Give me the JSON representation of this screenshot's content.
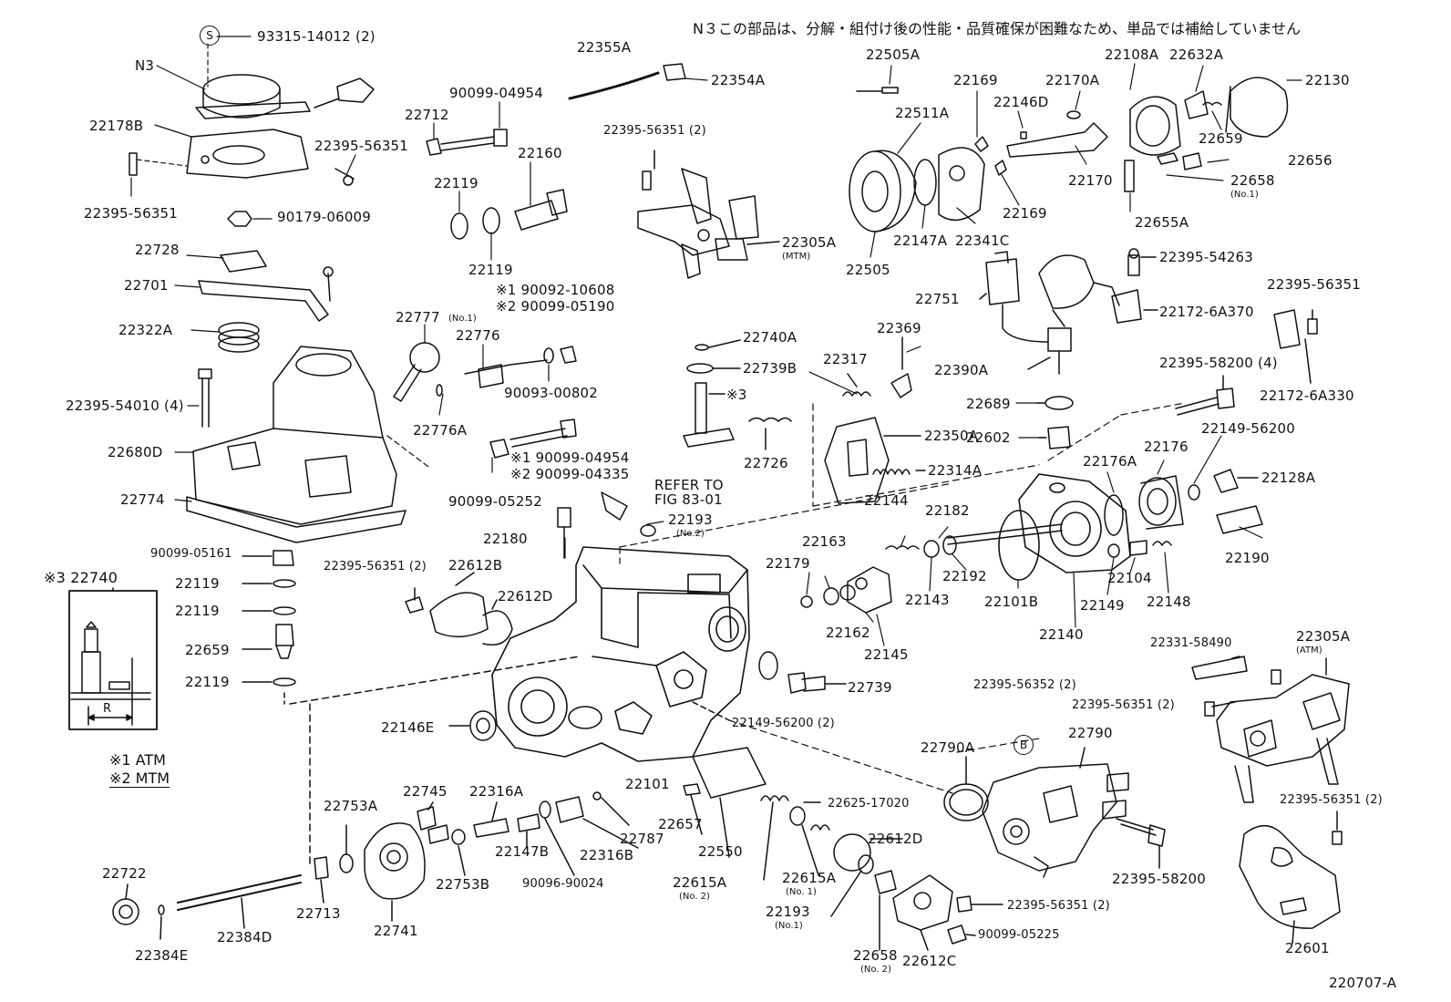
{
  "header": {
    "note": "N３この部品は、分解・組付け後の性能・品質確保が困難なため、単品では補給していません"
  },
  "footer": {
    "figure_code": "220707-A"
  },
  "legend": {
    "atm": "※1 ATM",
    "mtm": "※2 MTM"
  },
  "inset": {
    "title": "※3 22740",
    "dim_label": "R"
  },
  "markers": {
    "s_symbol": "S",
    "b_symbol": "B"
  },
  "labels": {
    "p93315": "93315-14012 (2)",
    "n3": "N3",
    "p22178b": "22178B",
    "p22395_56351_a": "22395-56351",
    "p22395_56351_b": "22395-56351",
    "p90179": "90179-06009",
    "p22728": "22728",
    "p22701": "22701",
    "p22322a": "22322A",
    "p22395_54010": "22395-54010 (4)",
    "p22680d": "22680D",
    "p22774": "22774",
    "p22355a": "22355A",
    "p22354a": "22354A",
    "p90099_04954_a": "90099-04954",
    "p22712": "22712",
    "p22160": "22160",
    "p22119_a": "22119",
    "p22119_b": "22119",
    "p90092": "※1 90092-10608",
    "p90099_05190": "※2 90099-05190",
    "p22777": "22777",
    "p22776": "22776",
    "p90093": "90093-00802",
    "p22776a": "22776A",
    "p90099_04954_b": "※1 90099-04954",
    "p90099_04335": "※2 90099-04335",
    "p90099_05252": "90099-05252",
    "refer1": "REFER TO",
    "refer2": "FIG 83-01",
    "p22193_a": "22193",
    "p22180": "22180",
    "p22395_56351_2a": "22395-56351 (2)",
    "p22612b": "22612B",
    "p22612d_a": "22612D",
    "p90099_05161": "90099-05161",
    "p22119_c": "22119",
    "p22119_d": "22119",
    "p22659_a": "22659",
    "p22119_e": "22119",
    "p22395_56351_2b": "22395-56351 (2)",
    "p22305a_mtm": "22305A",
    "p22740a": "22740A",
    "p22739b": "22739B",
    "star3": "※3",
    "p22726": "22726",
    "p22505a": "22505A",
    "p22511a": "22511A",
    "p22169_a": "22169",
    "p22146d": "22146D",
    "p22170a": "22170A",
    "p22108a": "22108A",
    "p22632a": "22632A",
    "p22130": "22130",
    "p22659_b": "22659",
    "p22170": "22170",
    "p22656": "22656",
    "p22658_a": "22658",
    "p22169_b": "22169",
    "p22655a": "22655A",
    "p22147a": "22147A",
    "p22341c": "22341C",
    "p22505": "22505",
    "p22751": "22751",
    "p22395_54263": "22395-54263",
    "p22172_6a370": "22172-6A370",
    "p22395_56351_c": "22395-56351",
    "p22369": "22369",
    "p22390a": "22390A",
    "p22317": "22317",
    "p22395_58200_4": "22395-58200 (4)",
    "p22172_6a330": "22172-6A330",
    "p22689": "22689",
    "p22602": "22602",
    "p22350a": "22350A",
    "p22314a": "22314A",
    "p22176a": "22176A",
    "p22176": "22176",
    "p22149_56200_a": "22149-56200",
    "p22128a": "22128A",
    "p22190": "22190",
    "p22182": "22182",
    "p22144": "22144",
    "p22163": "22163",
    "p22179": "22179",
    "p22192": "22192",
    "p22143": "22143",
    "p22101b": "22101B",
    "p22149": "22149",
    "p22104": "22104",
    "p22148": "22148",
    "p22140": "22140",
    "p22162": "22162",
    "p22145": "22145",
    "p22331": "22331-58490",
    "p22305a_atm": "22305A",
    "p22739": "22739",
    "p22146e": "22146E",
    "p22149_56200_2": "22149-56200 (2)",
    "p22395_56352": "22395-56352 (2)",
    "p22395_56351_2c": "22395-56351 (2)",
    "p22790": "22790",
    "p22790a": "22790A",
    "p22101": "22101",
    "p22745": "22745",
    "p22316a": "22316A",
    "p22753a": "22753A",
    "p22657": "22657",
    "p22625": "22625-17020",
    "p22787": "22787",
    "p22147b": "22147B",
    "p22316b": "22316B",
    "p22550": "22550",
    "p22612d_b": "22612D",
    "p22753b": "22753B",
    "p90096": "90096-90024",
    "p22615a_a": "22615A",
    "p22615a_b": "22615A",
    "p22193_b": "22193",
    "p22722": "22722",
    "p22713": "22713",
    "p22741": "22741",
    "p22384d": "22384D",
    "p22384e": "22384E",
    "p22658_b": "22658",
    "p22612c": "22612C",
    "p22395_56351_2d": "22395-56351 (2)",
    "p90099_05225": "90099-05225",
    "p22395_58200": "22395-58200",
    "p22395_56351_2e": "22395-56351 (2)",
    "p22601": "22601"
  },
  "sublabels": {
    "no1_a": "(No.1)",
    "no1_b": "(No.1)",
    "no2_a": "(No.2)",
    "mtm": "(MTM)",
    "atm": "(ATM)",
    "no2_b": "(No. 2)",
    "no1_c": "(No. 1)",
    "no1_d": "(No.1)",
    "no2_c": "(No. 2)"
  }
}
